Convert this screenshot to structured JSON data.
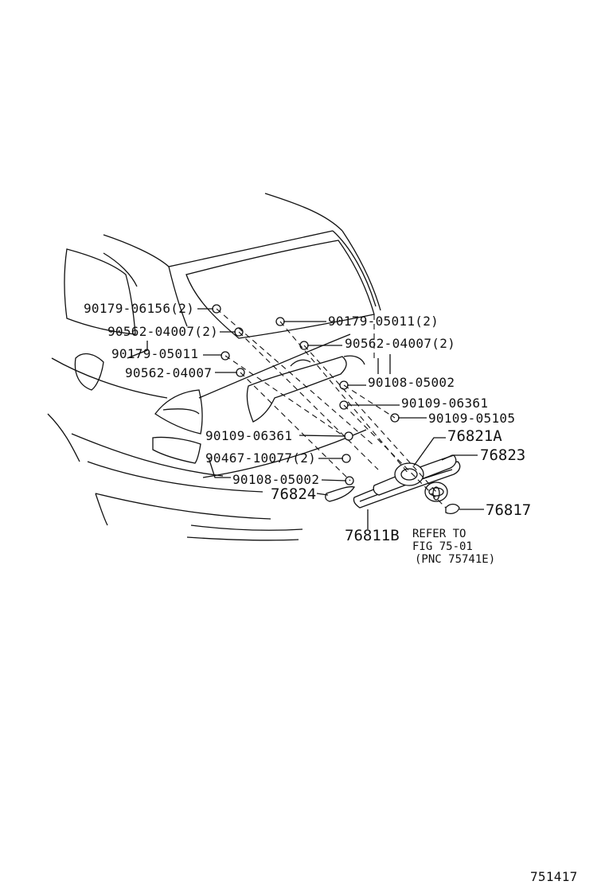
{
  "labels": {
    "p1": "90179-06156(2)",
    "p2": "90562-04007(2)",
    "p3": "90179-05011",
    "p4": "90562-04007",
    "p5": "90179-05011(2)",
    "p6": "90562-04007(2)",
    "p7": "90108-05002",
    "p8": "90109-06361",
    "p9": "90109-05105",
    "p10": "90109-06361",
    "p11": "76821A",
    "p12": "90467-10077(2)",
    "p13": "76823",
    "p14": "90108-05002",
    "p15": "76824",
    "p16": "76817",
    "p17": "76811B"
  },
  "refer_note": {
    "line1": "REFER TO",
    "line2": "FIG 75-01",
    "line3": "(PNC 75741E)"
  },
  "figure_number": "751417"
}
